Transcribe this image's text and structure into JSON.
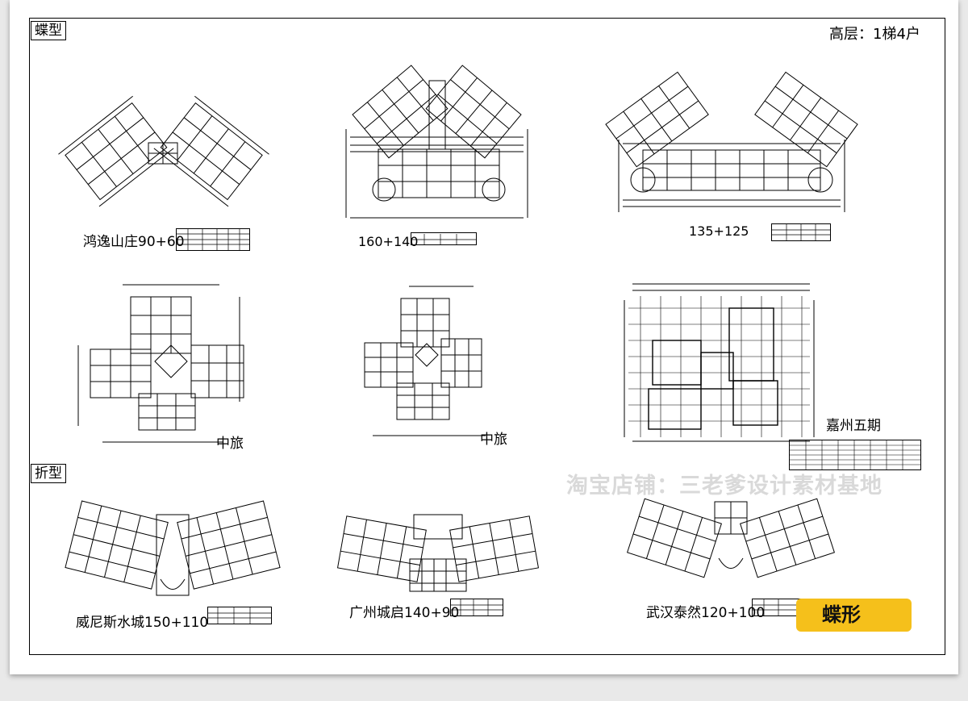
{
  "header": {
    "top_right": "高层：1梯4户"
  },
  "sections": {
    "butterfly_tag": "蝶型",
    "folded_tag": "折型"
  },
  "plans": [
    {
      "id": "p1",
      "caption": "鸿逸山庄90+60"
    },
    {
      "id": "p2",
      "caption": "160+140"
    },
    {
      "id": "p3",
      "caption": "135+125"
    },
    {
      "id": "p4",
      "caption": "中旅"
    },
    {
      "id": "p5",
      "caption": "中旅"
    },
    {
      "id": "p6",
      "caption": "嘉州五期"
    },
    {
      "id": "p7",
      "caption": "威尼斯水城150+110"
    },
    {
      "id": "p8",
      "caption": "广州城启140+90"
    },
    {
      "id": "p9",
      "caption": "武汉泰然120+100"
    }
  ],
  "badge": "蝶形",
  "watermark": "淘宝店铺：三老爹设计素材基地",
  "colors": {
    "badge_bg": "#f5c01b",
    "ink": "#000000",
    "paper": "#ffffff"
  }
}
